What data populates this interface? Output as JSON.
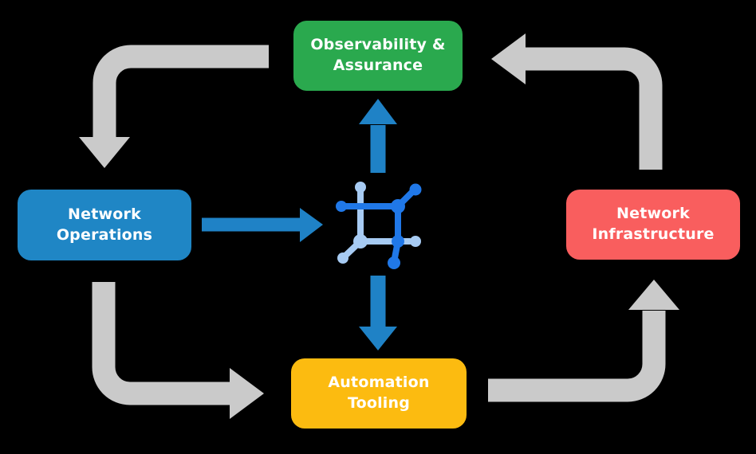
{
  "diagram": {
    "background_color": "#000000",
    "nodes": [
      {
        "id": "observability-assurance",
        "label": "Observability &\nAssurance",
        "color": "#2aa94e",
        "position": "top"
      },
      {
        "id": "network-operations",
        "label": "Network\nOperations",
        "color": "#1f86c5",
        "position": "left"
      },
      {
        "id": "network-infrastructure",
        "label": "Network\nInfrastructure",
        "color": "#f95e5e",
        "position": "right"
      },
      {
        "id": "automation-tooling",
        "label": "Automation\nTooling",
        "color": "#fcbb10",
        "position": "bottom"
      }
    ],
    "center_icon": {
      "name": "network-nodes-icon",
      "color_primary": "#2078e8",
      "color_secondary": "#a7cbf3"
    },
    "cycle_arrows": [
      {
        "from": "observability-assurance",
        "to": "network-operations",
        "color": "#cacaca"
      },
      {
        "from": "network-operations",
        "to": "automation-tooling",
        "color": "#cacaca"
      },
      {
        "from": "automation-tooling",
        "to": "network-infrastructure",
        "color": "#cacaca"
      },
      {
        "from": "network-infrastructure",
        "to": "observability-assurance",
        "color": "#cacaca"
      }
    ],
    "center_arrows": [
      {
        "from": "network-operations",
        "to": "center-icon",
        "color": "#1f82c6"
      },
      {
        "from": "center-icon",
        "to": "observability-assurance",
        "color": "#1f82c6"
      },
      {
        "from": "center-icon",
        "to": "automation-tooling",
        "color": "#1f82c6"
      }
    ]
  }
}
